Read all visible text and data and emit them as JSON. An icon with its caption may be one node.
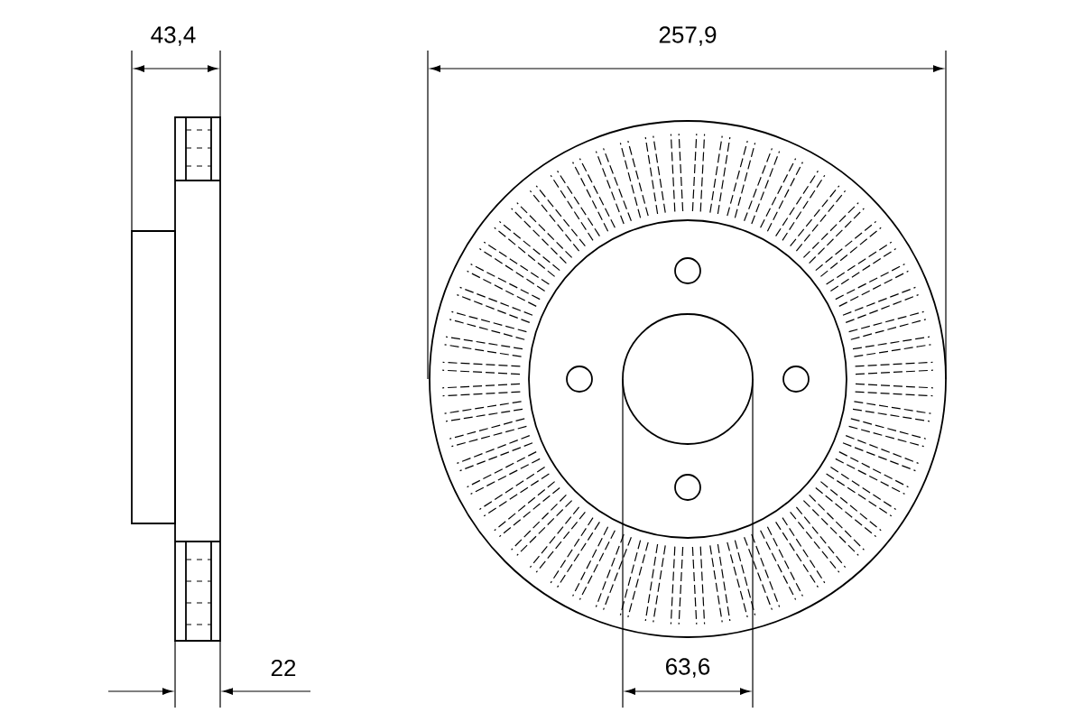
{
  "diagram": {
    "labels": [
      "43,4",
      "257,9",
      "22",
      "63,6"
    ]
  }
}
